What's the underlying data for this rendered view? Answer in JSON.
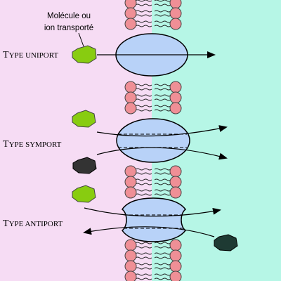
{
  "background": {
    "left_color": "#f6dcf4",
    "right_color": "#b6f6e6"
  },
  "annotation": {
    "line1": "Molécule ou",
    "line2": "ion transporté"
  },
  "types": [
    {
      "cap": "T",
      "rest": "YPE UNIPORT"
    },
    {
      "cap": "T",
      "rest": "YPE SYMPORT"
    },
    {
      "cap": "T",
      "rest": "YPE ANTIPORT"
    }
  ],
  "colors": {
    "lipid_head": "#ef8f96",
    "protein": "#b8d2f8",
    "molecule_green": "#88cc10",
    "molecule_dark": "#333333",
    "molecule_teal": "#1e3a33"
  }
}
